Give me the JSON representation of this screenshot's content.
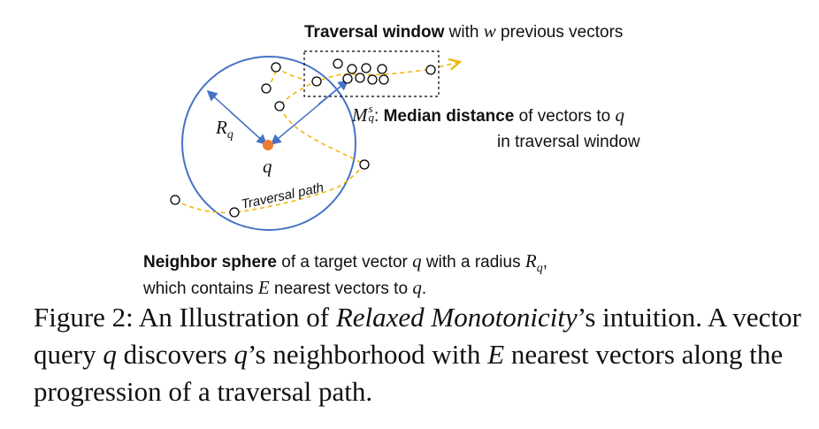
{
  "diagram": {
    "window_label": {
      "bold": "Traversal window",
      "rest": " with ",
      "var": "w",
      "tail": " previous vectors"
    },
    "median_label": {
      "sym": "M",
      "sup": "s",
      "sub": "q",
      "colon": ": ",
      "bold": "Median distance",
      "rest": " of vectors to ",
      "var": "q",
      "line2": "in traversal window"
    },
    "radius_label": {
      "sym": "R",
      "sub": "q"
    },
    "query_label": "q",
    "path_label": "Traversal path",
    "sphere_label": {
      "bold": "Neighbor sphere",
      "l1a": " of a target vector ",
      "l1v": "q",
      "l1b": " with a radius ",
      "l1s": "R",
      "l1sub": "q",
      "l1c": ",",
      "l2a": "which contains ",
      "l2v": "E",
      "l2b": " nearest vectors to ",
      "l2v2": "q",
      "l2c": "."
    },
    "colors": {
      "sphere": "#4472C4",
      "path": "#F0B400",
      "query": "#ED7D31",
      "arrow": "#4472C4",
      "window": "#000000"
    }
  },
  "caption": {
    "p1": "Figure 2: An Illustration of ",
    "em": "Relaxed Monotonicity",
    "p2": "’s intuition. A vector query ",
    "q1": "q",
    "p3": " discovers ",
    "q2": "q",
    "p4": "’s neighborhood with ",
    "e": "E",
    "p5": " nearest vectors along the progression of a traversal path."
  }
}
